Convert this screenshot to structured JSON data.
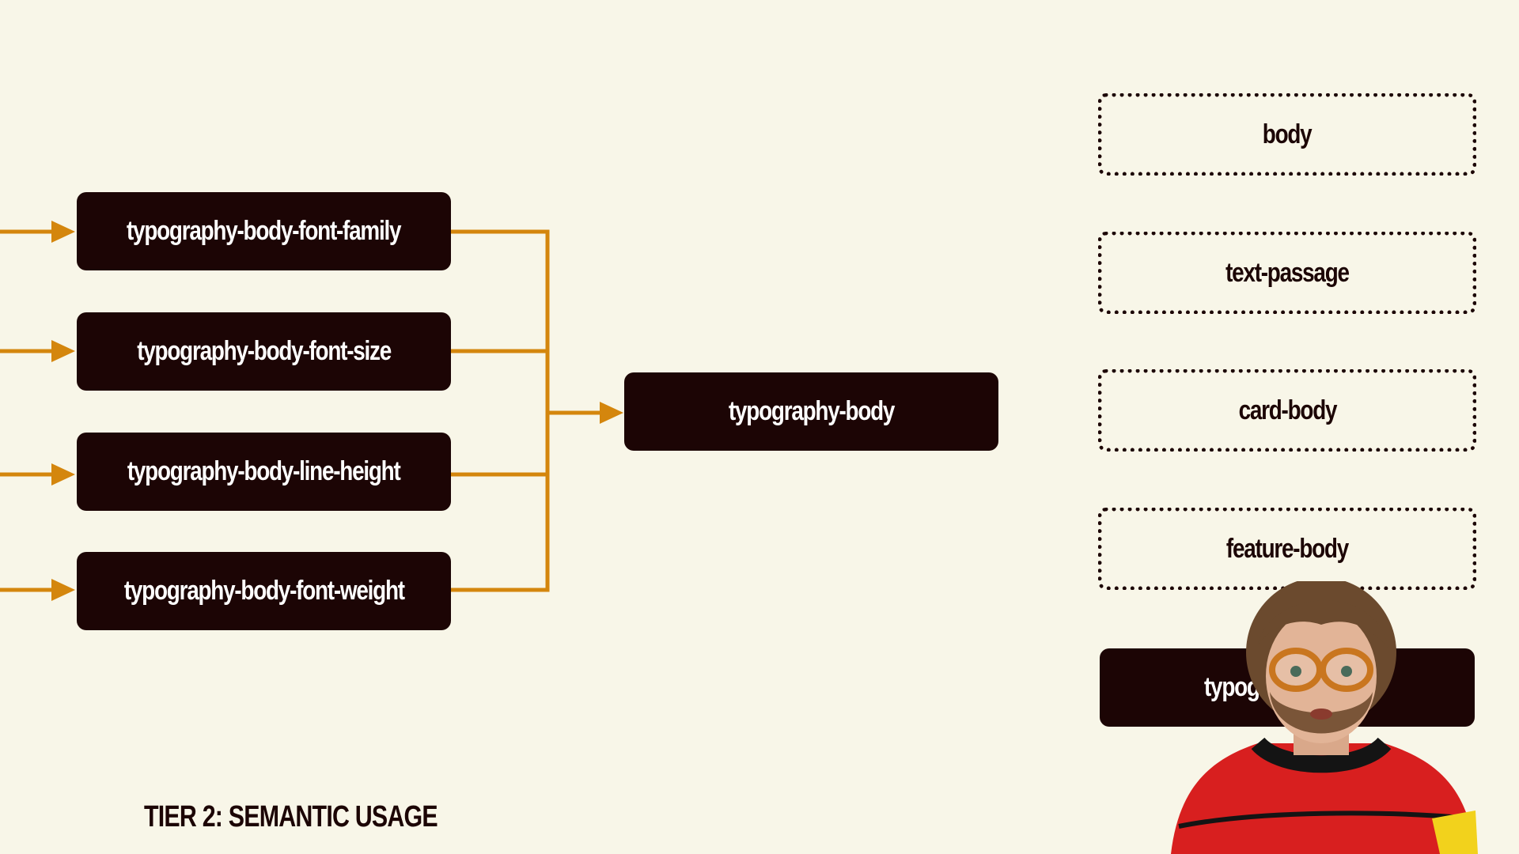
{
  "diagram": {
    "inputs": [
      "typography-body-font-family",
      "typography-body-font-size",
      "typography-body-line-height",
      "typography-body-font-weight"
    ],
    "center": "typography-body",
    "usages": [
      "body",
      "text-passage",
      "card-body",
      "feature-body"
    ],
    "partial_usage": "typogr",
    "tier_label": "TIER 2: SEMANTIC USAGE"
  },
  "colors": {
    "background": "#f8f6e8",
    "node": "#1c0505",
    "node_text": "#ffffff",
    "connector": "#d4860d",
    "sweater": "#d81f1f"
  },
  "presenter": {
    "icon": "presenter-webcam-icon"
  }
}
